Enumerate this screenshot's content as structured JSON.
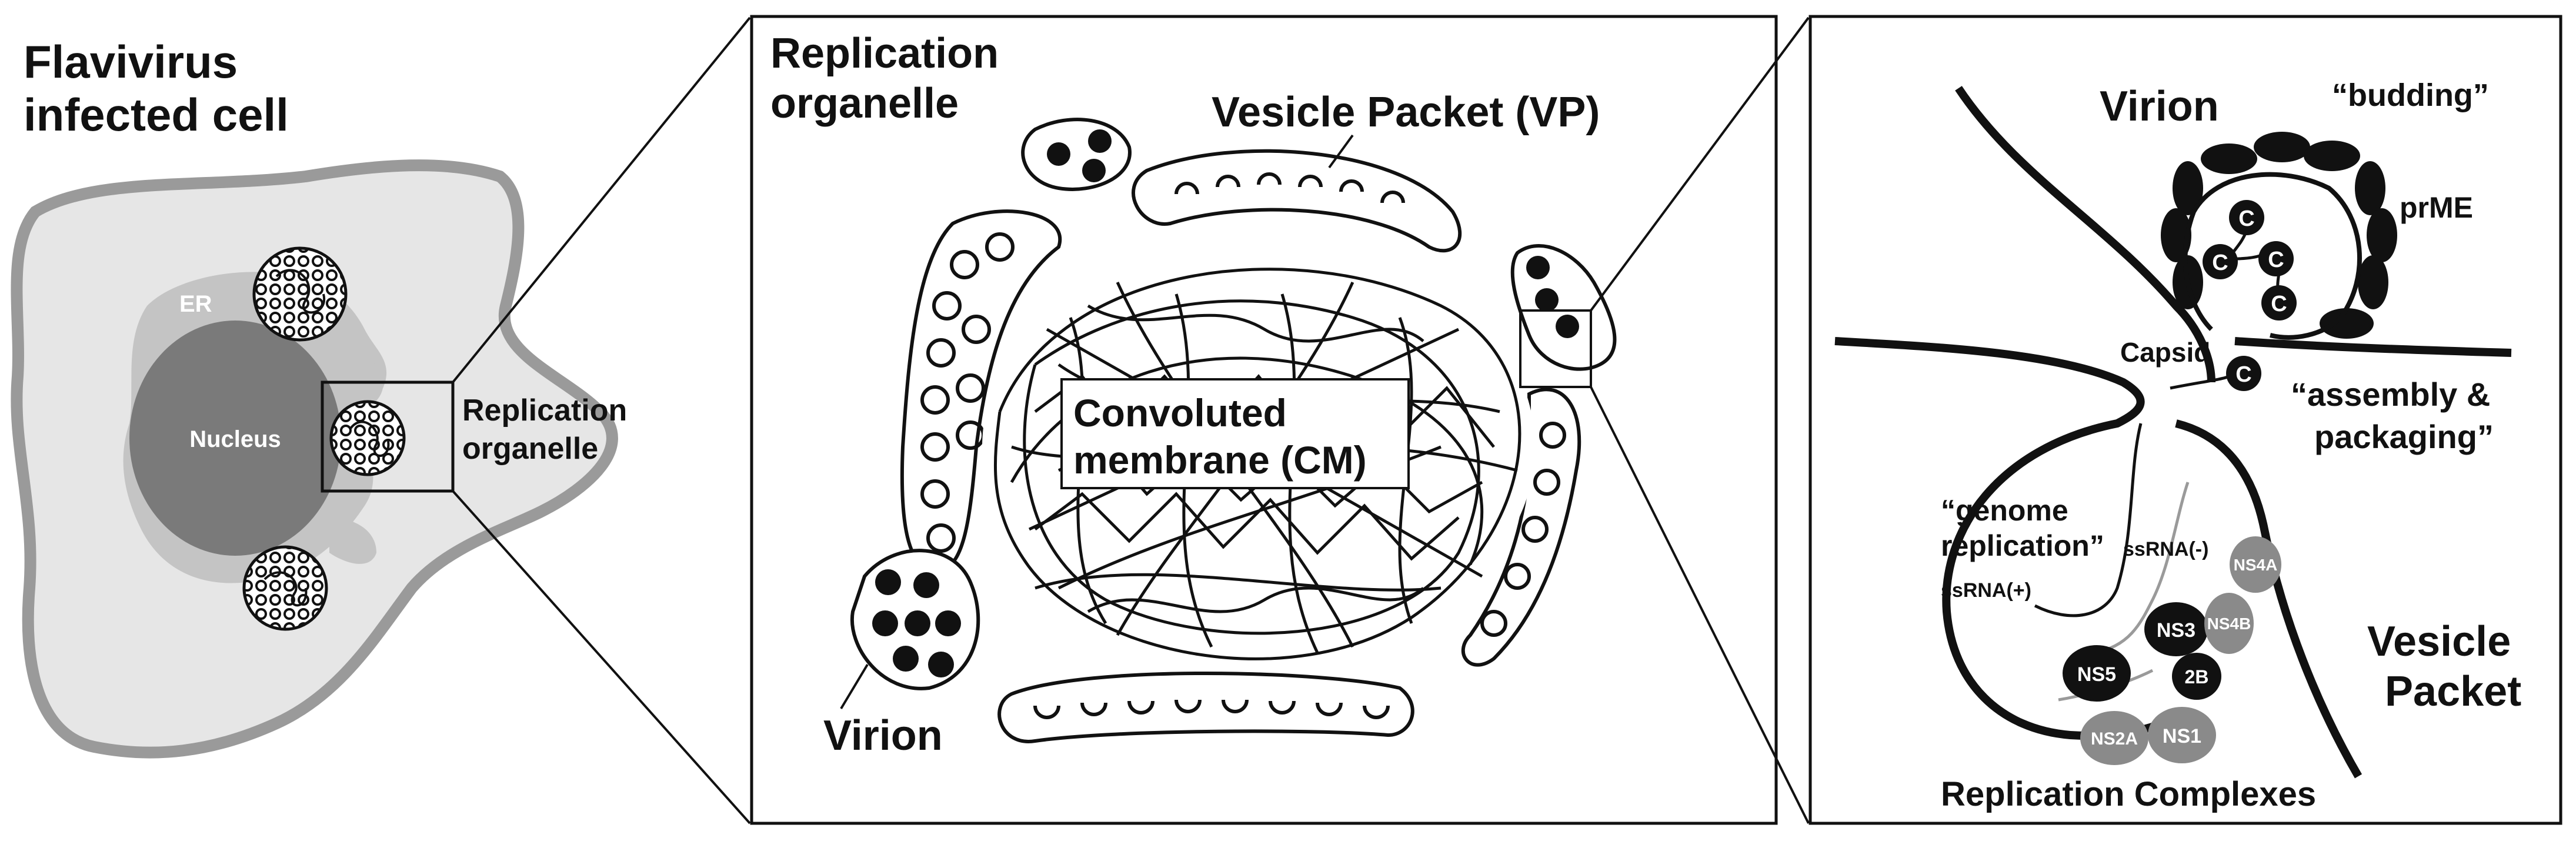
{
  "colors": {
    "cell_membrane": "#9a9a9a",
    "cytoplasm": "#e6e6e6",
    "er": "#c4c4c4",
    "nucleus": "#7a7a7a",
    "ink": "#111111",
    "protein_dark": "#111111",
    "protein_grey": "#8a8a8a"
  },
  "panel1": {
    "title_line1": "Flavivirus",
    "title_line2": "infected cell",
    "er_label": "ER",
    "nucleus_label": "Nucleus",
    "ro_line1": "Replication",
    "ro_line2": "organelle"
  },
  "panel2": {
    "title_line1": "Replication",
    "title_line2": "organelle",
    "vp_label": "Vesicle Packet (VP)",
    "cm_line1": "Convoluted",
    "cm_line2": "membrane (CM)",
    "virion_label": "Virion"
  },
  "panel3": {
    "virion_label": "Virion",
    "budding_label": "“budding”",
    "prme_label": "prME",
    "capsid_label": "Capsid",
    "assembly_line1": "“assembly &",
    "assembly_line2": "packaging”",
    "genome_line1": "“genome",
    "genome_line2": "replication”",
    "ssrna_minus": "ssRNA(-)",
    "ssrna_plus": "ssRNA(+)",
    "vp_line1": "Vesicle",
    "vp_line2": "Packet",
    "rc_label": "Replication Complexes",
    "capsid_letter": "C",
    "proteins": {
      "ns1": "NS1",
      "ns2a": "NS2A",
      "ns2b": "2B",
      "ns3": "NS3",
      "ns4a": "NS4A",
      "ns4b": "NS4B",
      "ns5": "NS5"
    }
  }
}
